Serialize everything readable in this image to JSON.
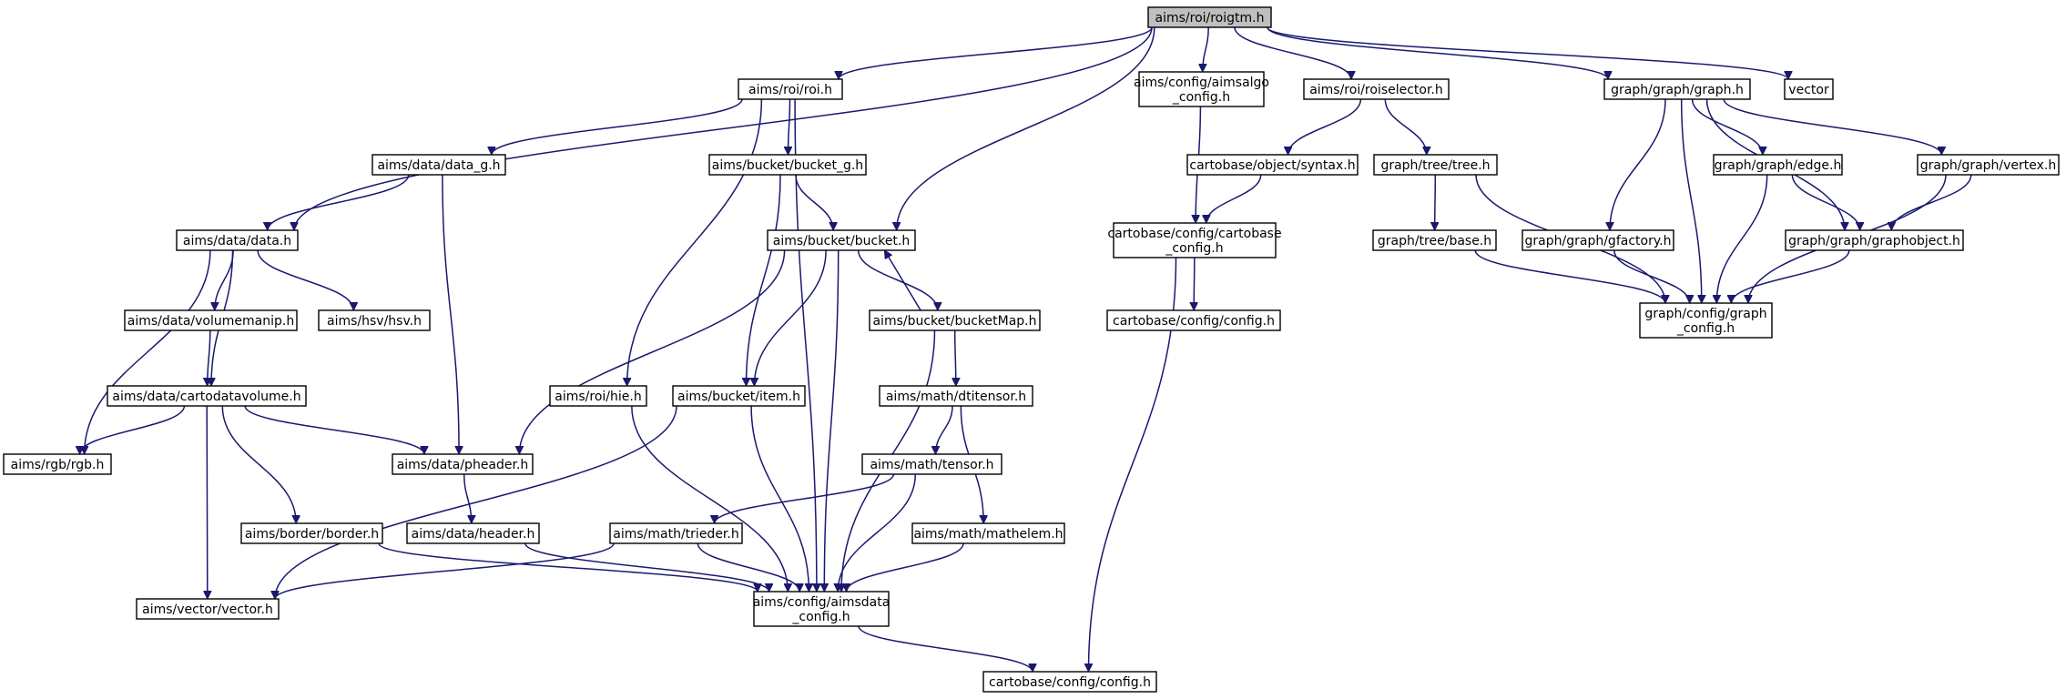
{
  "colors": {
    "edge": "#191970",
    "root_fill": "#bfbfbf",
    "node_fill": "#ffffff",
    "external_border": "#bfbfbf"
  },
  "nodes": [
    {
      "id": "roigtm",
      "lines": [
        "aims/roi/roigtm.h"
      ],
      "kind": "root"
    },
    {
      "id": "roi",
      "lines": [
        "aims/roi/roi.h"
      ]
    },
    {
      "id": "aimsalgo_config",
      "lines": [
        "aims/config/aimsalgo",
        "_config.h"
      ]
    },
    {
      "id": "roiselector",
      "lines": [
        "aims/roi/roiselector.h"
      ]
    },
    {
      "id": "graph",
      "lines": [
        "graph/graph/graph.h"
      ]
    },
    {
      "id": "vector",
      "lines": [
        "vector"
      ],
      "kind": "external"
    },
    {
      "id": "data_g",
      "lines": [
        "aims/data/data_g.h"
      ]
    },
    {
      "id": "bucket_g",
      "lines": [
        "aims/bucket/bucket_g.h"
      ]
    },
    {
      "id": "syntax",
      "lines": [
        "cartobase/object/syntax.h"
      ]
    },
    {
      "id": "tree",
      "lines": [
        "graph/tree/tree.h"
      ]
    },
    {
      "id": "edge",
      "lines": [
        "graph/graph/edge.h"
      ]
    },
    {
      "id": "vertex",
      "lines": [
        "graph/graph/vertex.h"
      ]
    },
    {
      "id": "data",
      "lines": [
        "aims/data/data.h"
      ]
    },
    {
      "id": "bucket",
      "lines": [
        "aims/bucket/bucket.h"
      ]
    },
    {
      "id": "cartobase_config",
      "lines": [
        "cartobase/config/cartobase",
        "_config.h"
      ]
    },
    {
      "id": "treebase",
      "lines": [
        "graph/tree/base.h"
      ]
    },
    {
      "id": "gfactory",
      "lines": [
        "graph/graph/gfactory.h"
      ]
    },
    {
      "id": "graphobject",
      "lines": [
        "graph/graph/graphobject.h"
      ]
    },
    {
      "id": "volumemanip",
      "lines": [
        "aims/data/volumemanip.h"
      ]
    },
    {
      "id": "hsv",
      "lines": [
        "aims/hsv/hsv.h"
      ]
    },
    {
      "id": "bucketMap",
      "lines": [
        "aims/bucket/bucketMap.h"
      ]
    },
    {
      "id": "config_mid",
      "lines": [
        "cartobase/config/config.h"
      ]
    },
    {
      "id": "graph_config",
      "lines": [
        "graph/config/graph",
        "_config.h"
      ]
    },
    {
      "id": "cartodatavolume",
      "lines": [
        "aims/data/cartodatavolume.h"
      ]
    },
    {
      "id": "hie",
      "lines": [
        "aims/roi/hie.h"
      ]
    },
    {
      "id": "item",
      "lines": [
        "aims/bucket/item.h"
      ]
    },
    {
      "id": "dtitensor",
      "lines": [
        "aims/math/dtitensor.h"
      ]
    },
    {
      "id": "rgb",
      "lines": [
        "aims/rgb/rgb.h"
      ]
    },
    {
      "id": "pheader",
      "lines": [
        "aims/data/pheader.h"
      ]
    },
    {
      "id": "tensor",
      "lines": [
        "aims/math/tensor.h"
      ]
    },
    {
      "id": "border",
      "lines": [
        "aims/border/border.h"
      ]
    },
    {
      "id": "header",
      "lines": [
        "aims/data/header.h"
      ]
    },
    {
      "id": "trieder",
      "lines": [
        "aims/math/trieder.h"
      ]
    },
    {
      "id": "mathelem",
      "lines": [
        "aims/math/mathelem.h"
      ]
    },
    {
      "id": "aimsvector",
      "lines": [
        "aims/vector/vector.h"
      ]
    },
    {
      "id": "aimsdata_config",
      "lines": [
        "aims/config/aimsdata",
        "_config.h"
      ]
    },
    {
      "id": "config_bottom",
      "lines": [
        "cartobase/config/config.h"
      ]
    }
  ],
  "edges": [
    [
      "roigtm",
      "data"
    ],
    [
      "roigtm",
      "roi"
    ],
    [
      "roigtm",
      "bucket"
    ],
    [
      "roigtm",
      "aimsalgo_config"
    ],
    [
      "roigtm",
      "roiselector"
    ],
    [
      "roigtm",
      "graph"
    ],
    [
      "roigtm",
      "vector"
    ],
    [
      "roi",
      "data_g"
    ],
    [
      "roi",
      "bucket_g"
    ],
    [
      "roi",
      "hie"
    ],
    [
      "roi",
      "aimsdata_config"
    ],
    [
      "aimsalgo_config",
      "cartobase_config"
    ],
    [
      "roiselector",
      "syntax"
    ],
    [
      "roiselector",
      "tree"
    ],
    [
      "graph",
      "gfactory"
    ],
    [
      "graph",
      "graph_config"
    ],
    [
      "graph",
      "edge"
    ],
    [
      "graph",
      "graphobject"
    ],
    [
      "graph",
      "vertex"
    ],
    [
      "data_g",
      "data"
    ],
    [
      "data_g",
      "pheader"
    ],
    [
      "bucket_g",
      "bucket"
    ],
    [
      "bucket_g",
      "item"
    ],
    [
      "syntax",
      "cartobase_config"
    ],
    [
      "tree",
      "treebase"
    ],
    [
      "tree",
      "graph_config"
    ],
    [
      "edge",
      "graph_config"
    ],
    [
      "edge",
      "graphobject"
    ],
    [
      "vertex",
      "graphobject"
    ],
    [
      "vertex",
      "graph_config"
    ],
    [
      "data",
      "volumemanip"
    ],
    [
      "data",
      "hsv"
    ],
    [
      "data",
      "cartodatavolume"
    ],
    [
      "data",
      "rgb"
    ],
    [
      "bucket",
      "bucketMap"
    ],
    [
      "bucket",
      "pheader"
    ],
    [
      "bucket",
      "item"
    ],
    [
      "bucket",
      "aimsdata_config"
    ],
    [
      "bucketMap",
      "bucket"
    ],
    [
      "bucketMap",
      "dtitensor"
    ],
    [
      "bucketMap",
      "aimsdata_config"
    ],
    [
      "cartobase_config",
      "config_mid"
    ],
    [
      "cartobase_config",
      "config_bottom"
    ],
    [
      "treebase",
      "graph_config"
    ],
    [
      "gfactory",
      "graph_config"
    ],
    [
      "graphobject",
      "graph_config"
    ],
    [
      "volumemanip",
      "cartodatavolume"
    ],
    [
      "cartodatavolume",
      "rgb"
    ],
    [
      "cartodatavolume",
      "pheader"
    ],
    [
      "cartodatavolume",
      "border"
    ],
    [
      "cartodatavolume",
      "aimsvector"
    ],
    [
      "hie",
      "aimsdata_config"
    ],
    [
      "item",
      "aimsvector"
    ],
    [
      "item",
      "aimsdata_config"
    ],
    [
      "dtitensor",
      "tensor"
    ],
    [
      "dtitensor",
      "mathelem"
    ],
    [
      "pheader",
      "header"
    ],
    [
      "header",
      "aimsdata_config"
    ],
    [
      "tensor",
      "trieder"
    ],
    [
      "tensor",
      "aimsdata_config"
    ],
    [
      "border",
      "aimsdata_config"
    ],
    [
      "trieder",
      "aimsvector"
    ],
    [
      "trieder",
      "aimsdata_config"
    ],
    [
      "mathelem",
      "aimsdata_config"
    ],
    [
      "aimsdata_config",
      "config_bottom"
    ]
  ]
}
